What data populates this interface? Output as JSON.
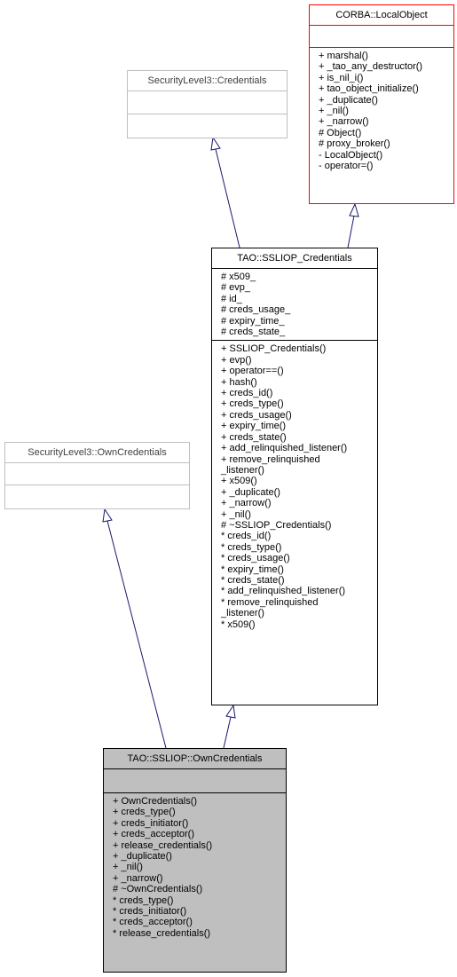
{
  "classes": {
    "local_object": {
      "title": "CORBA::LocalObject",
      "attributes": [],
      "methods": [
        "+ marshal()",
        "+ _tao_any_destructor()",
        "+ is_nil_i()",
        "+ tao_object_initialize()",
        "+ _duplicate()",
        "+ _nil()",
        "+ _narrow()",
        "# Object()",
        "# proxy_broker()",
        "- LocalObject()",
        "- operator=()"
      ]
    },
    "credentials": {
      "title": "SecurityLevel3::Credentials",
      "attributes": [],
      "methods": []
    },
    "ssliop_credentials": {
      "title": "TAO::SSLIOP_Credentials",
      "attributes": [
        "# x509_",
        "# evp_",
        "# id_",
        "# creds_usage_",
        "# expiry_time_",
        "# creds_state_"
      ],
      "methods": [
        "+ SSLIOP_Credentials()",
        "+ evp()",
        "+ operator==()",
        "+ hash()",
        "+ creds_id()",
        "+ creds_type()",
        "+ creds_usage()",
        "+ expiry_time()",
        "+ creds_state()",
        "+ add_relinquished_listener()",
        "+ remove_relinquished",
        "_listener()",
        "+ x509()",
        "+ _duplicate()",
        "+ _narrow()",
        "+ _nil()",
        "# ~SSLIOP_Credentials()",
        "* creds_id()",
        "* creds_type()",
        "* creds_usage()",
        "* expiry_time()",
        "* creds_state()",
        "* add_relinquished_listener()",
        "* remove_relinquished",
        "_listener()",
        "* x509()"
      ]
    },
    "own_credentials_iface": {
      "title": "SecurityLevel3::OwnCredentials",
      "attributes": [],
      "methods": []
    },
    "own_credentials": {
      "title": "TAO::SSLIOP::OwnCredentials",
      "attributes": [],
      "methods": [
        "+ OwnCredentials()",
        "+ creds_type()",
        "+ creds_initiator()",
        "+ creds_acceptor()",
        "+ release_credentials()",
        "+ _duplicate()",
        "+ _nil()",
        "+ _narrow()",
        "# ~OwnCredentials()",
        "* creds_type()",
        "* creds_initiator()",
        "* creds_acceptor()",
        "* release_credentials()"
      ]
    }
  },
  "colors": {
    "edge": "#191970",
    "gray_border": "#bfbfbf",
    "red_border": "#ff0000",
    "filled_bg": "#bfbfbf"
  }
}
